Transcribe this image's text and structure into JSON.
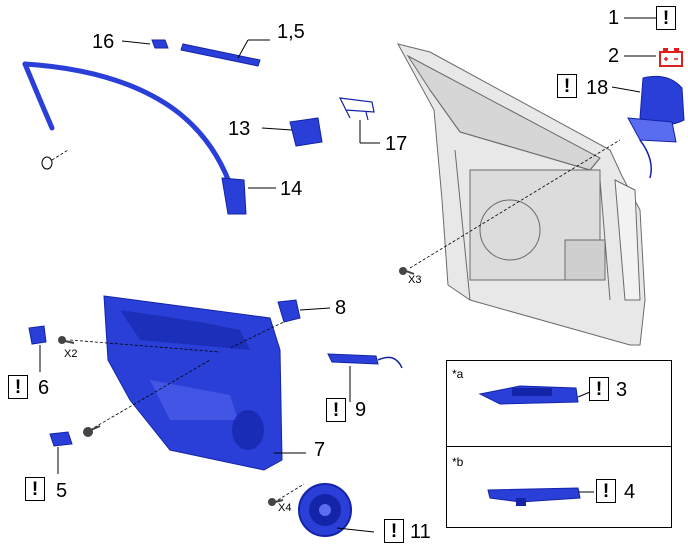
{
  "colors": {
    "part_fill": "#2a3fd8",
    "part_dark": "#1424a8",
    "part_light": "#5a6cf0",
    "door_fill": "#e8e8e8",
    "door_line": "#6b6b6b",
    "battery_icon": "#e01e1e"
  },
  "icons": {
    "warning": "exclamation-box-icon",
    "battery": "battery-icon"
  },
  "warning_mark": "!",
  "callouts": {
    "c1": "1",
    "c1_5": "1,5",
    "c2": "2",
    "c3": "3",
    "c4": "4",
    "c5": "5",
    "c6": "6",
    "c7": "7",
    "c8": "8",
    "c9": "9",
    "c11": "11",
    "c13": "13",
    "c14": "14",
    "c16": "16",
    "c17": "17",
    "c18": "18"
  },
  "quantities": {
    "door_screws": "X3",
    "trim_screws": "X2",
    "speaker_screws": "X4"
  },
  "variants": {
    "a": "*a",
    "b": "*b"
  }
}
